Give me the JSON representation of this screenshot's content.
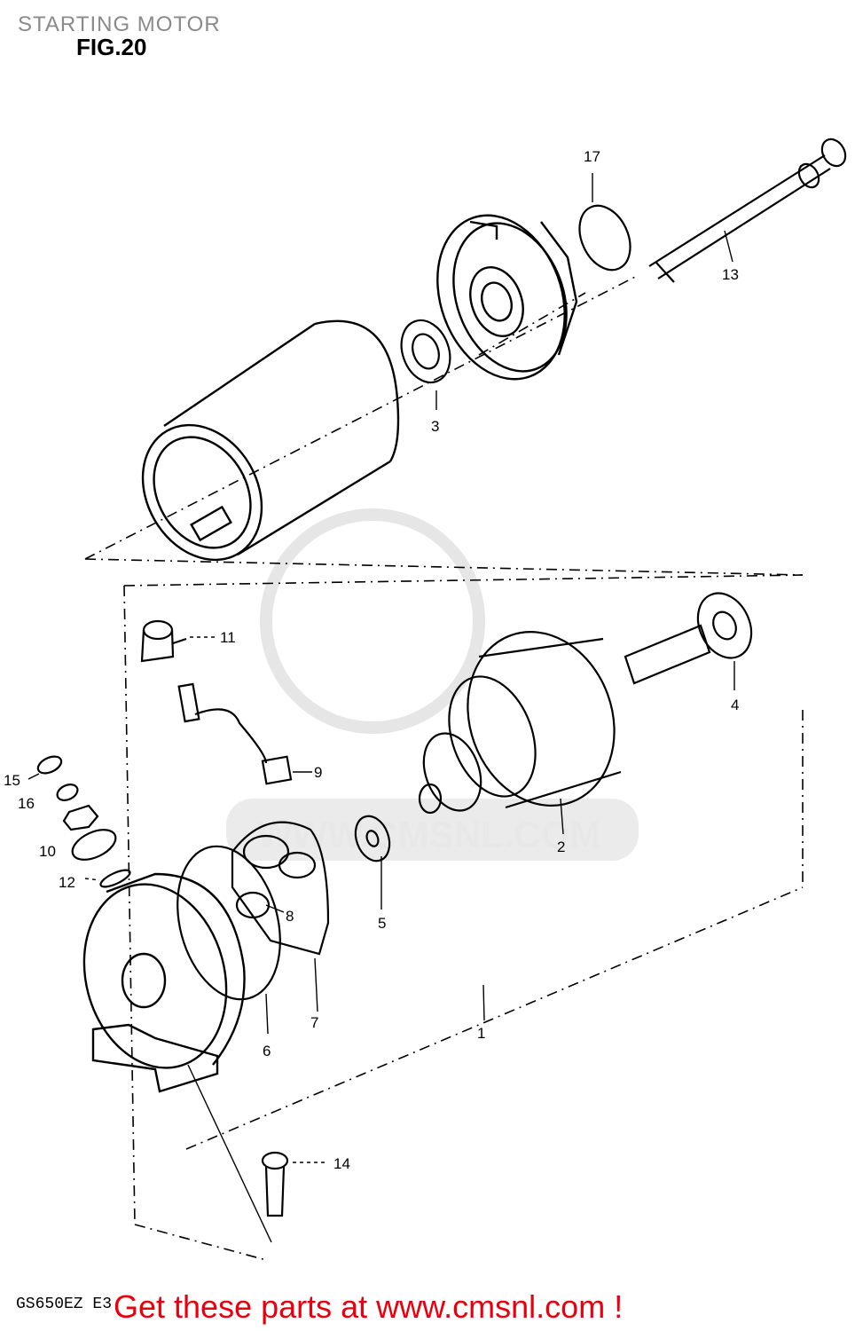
{
  "header": {
    "title": "STARTING MOTOR",
    "figure": "FIG.20"
  },
  "watermark": {
    "text": "WWW.CMSNL.COM"
  },
  "footer": {
    "model_code": "GS650EZ E3",
    "promo": "Get these parts at www.cmsnl.com !"
  },
  "callouts": {
    "c1": "1",
    "c2": "2",
    "c3": "3",
    "c4": "4",
    "c5": "5",
    "c6": "6",
    "c7": "7",
    "c8": "8",
    "c9": "9",
    "c10": "10",
    "c11": "11",
    "c12": "12",
    "c13": "13",
    "c14": "14",
    "c15": "15",
    "c16": "16",
    "c17": "17"
  }
}
